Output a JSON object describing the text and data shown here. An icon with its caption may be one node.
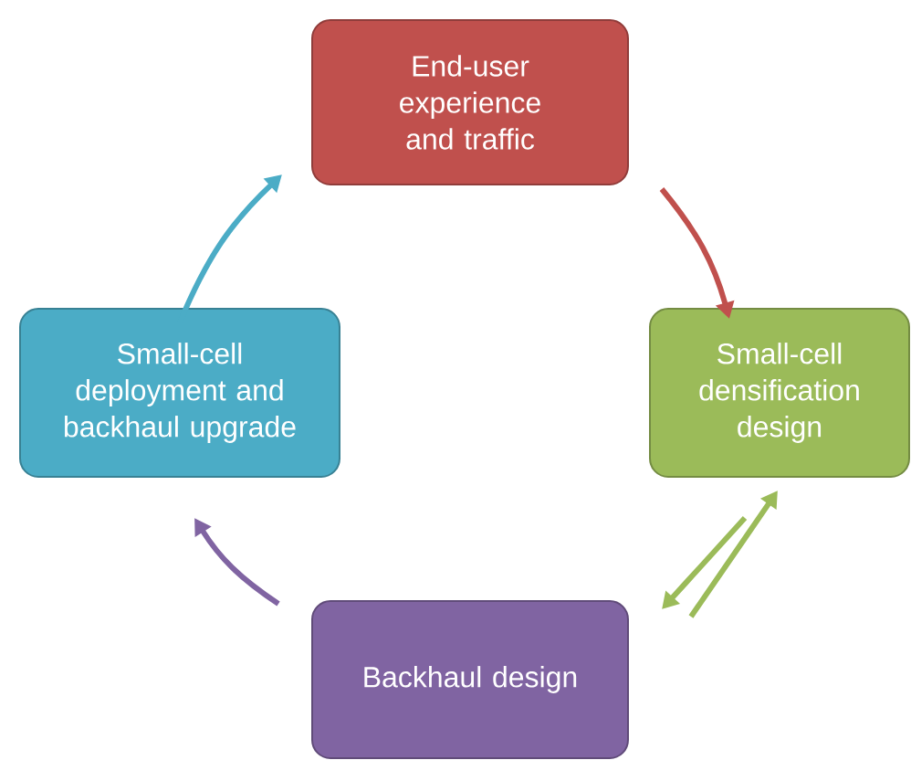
{
  "diagram": {
    "nodes": [
      {
        "text": [
          "End-user experience and traffic"
        ]
      },
      {
        "text": [
          "Small-cell densification design"
        ]
      },
      {
        "text": [
          "Backhaul design"
        ]
      },
      {
        "text": [
          "Small-cell deployment and backhaul upgrade"
        ]
      }
    ],
    "edges": [
      {
        "from": 0,
        "to": 1,
        "arrow": "to",
        "color": "#c0504d"
      },
      {
        "from": 1,
        "to": 2,
        "arrow": "to",
        "color": "#9bbb59"
      },
      {
        "from": 2,
        "to": 1,
        "arrow": "to",
        "color": "#9bbb59"
      },
      {
        "from": 2,
        "to": 3,
        "arrow": "to",
        "color": "#8064a2"
      },
      {
        "from": 3,
        "to": 0,
        "arrow": "to",
        "color": "#4bacc6"
      }
    ]
  }
}
